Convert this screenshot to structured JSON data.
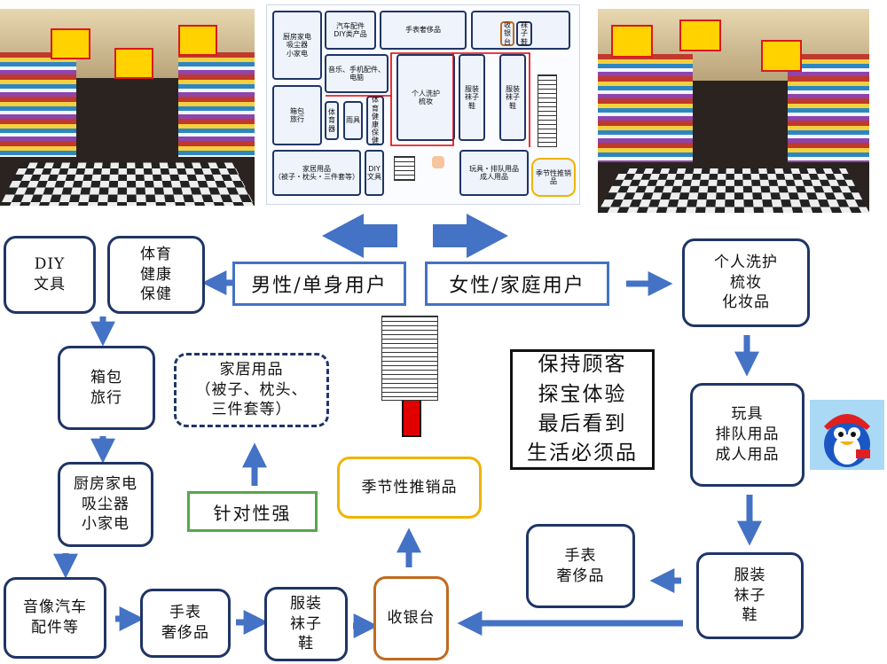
{
  "colors": {
    "node_border": "#1f3566",
    "arrow_blue": "#4472c4",
    "arrow_red": "#e00000",
    "seasonal_border": "#f0b400",
    "cashier_border": "#c06a20",
    "tag_green": "#55a84a"
  },
  "photos": {
    "left": "store-interior-photo",
    "right": "store-aisle-photo"
  },
  "floor_map": {
    "zones": {
      "kitchen": "厨房家电\n吸尘器\n小家电",
      "car_diy": "汽车配件\nDIY类产品",
      "watch": "手表奢侈品",
      "cashier": "收\n银\n台",
      "socks_small": "袜子\n鞋",
      "music": "音乐、手机配件、\n电脑",
      "personal_care": "个人洗护\n梳妆",
      "clothing_a": "服装\n袜子\n鞋",
      "clothing_b": "服装\n袜子\n鞋",
      "luggage": "箱包\n旅行",
      "sports_left": "体\n育\n器",
      "umbrella": "雨具",
      "sports_right": "体\n育\n健\n康\n保\n健",
      "home": "家居用品\n（被子・枕头・三件套等）",
      "diy": "DIY\n文具",
      "toys": "玩具・排队用品\n成人用品",
      "seasonal": "季节性推销\n品"
    }
  },
  "segments": {
    "male": "男性/单身用户",
    "female": "女性/家庭用户"
  },
  "nodes": {
    "diy": "DIY\n文具",
    "sports": "体育\n健康\n保健",
    "luggage": "箱包\n旅行",
    "home": "家居用品\n（被子、枕头、\n三件套等）",
    "kitchen": "厨房家电\n吸尘器\n小家电",
    "av": "音像汽车\n配件等",
    "watch_left": "手表\n奢侈品",
    "clothing_left": "服装\n袜子\n鞋",
    "cashier": "收银台",
    "seasonal": "季节性推销品",
    "personal_care": "个人洗护\n梳妆\n化妆品",
    "toys": "玩具\n排队用品\n成人用品",
    "clothing_right": "服装\n袜子\n鞋",
    "watch_right": "手表\n奢侈品"
  },
  "green_tag": "针对性强",
  "note": "保持顾客\n探宝体验\n最后看到\n生活必须品",
  "mascot": "penguin-mascot-icon"
}
